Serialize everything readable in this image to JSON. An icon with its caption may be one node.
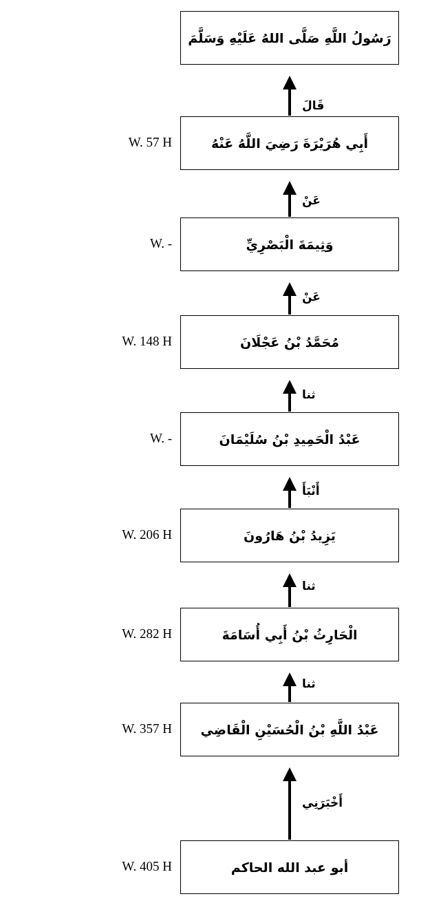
{
  "diagram": {
    "nodes": [
      {
        "text": [
          "رَسُولُ اللَّهِ صَلَّى اللهُ عَلَيْهِ وَسَلَّمَ"
        ]
      },
      {
        "text": [
          "أَبِي هُرَيْرَةَ رَضِيَ اللَّهُ عَنْهُ"
        ],
        "beside": [
          "W. 57 H"
        ]
      },
      {
        "text": [
          "وَثِيمَةَ الْبَصْرِيِّ"
        ],
        "beside": [
          "W. -"
        ]
      },
      {
        "text": [
          "مُحَمَّدُ بْنُ عَجْلَانَ"
        ],
        "beside": [
          "W. 148 H"
        ]
      },
      {
        "text": [
          "عَبْدُ الْحَمِيدِ بْنُ سُلَيْمَانَ"
        ],
        "beside": [
          "W. -"
        ]
      },
      {
        "text": [
          "يَزِيدُ بْنُ هَارُونَ"
        ],
        "beside": [
          "W. 206 H"
        ]
      },
      {
        "text": [
          "الْحَارِثُ بْنُ أَبِي أُسَامَةَ"
        ],
        "beside": [
          "W. 282 H"
        ]
      },
      {
        "text": [
          "عَبْدُ اللَّهِ بْنُ الْحُسَيْنِ الْقَاضِي"
        ],
        "beside": [
          "W. 357 H"
        ]
      },
      {
        "text": [
          "أبو عبد الله الحاكم"
        ],
        "beside": [
          "W. 405 H"
        ]
      }
    ],
    "edges": [
      {
        "from": 1,
        "to": 0,
        "arrow": "to",
        "label": "قَالَ"
      },
      {
        "from": 2,
        "to": 1,
        "arrow": "to",
        "label": "عَنْ"
      },
      {
        "from": 3,
        "to": 2,
        "arrow": "to",
        "label": "عَنْ"
      },
      {
        "from": 4,
        "to": 3,
        "arrow": "to",
        "label": "ثنا"
      },
      {
        "from": 5,
        "to": 4,
        "arrow": "to",
        "label": "أَنْبَأَ"
      },
      {
        "from": 6,
        "to": 5,
        "arrow": "to",
        "label": "ثنا"
      },
      {
        "from": 7,
        "to": 6,
        "arrow": "to",
        "label": "ثنا"
      },
      {
        "from": 8,
        "to": 7,
        "arrow": "to",
        "label": "أَخْبَرَنِي"
      }
    ]
  }
}
